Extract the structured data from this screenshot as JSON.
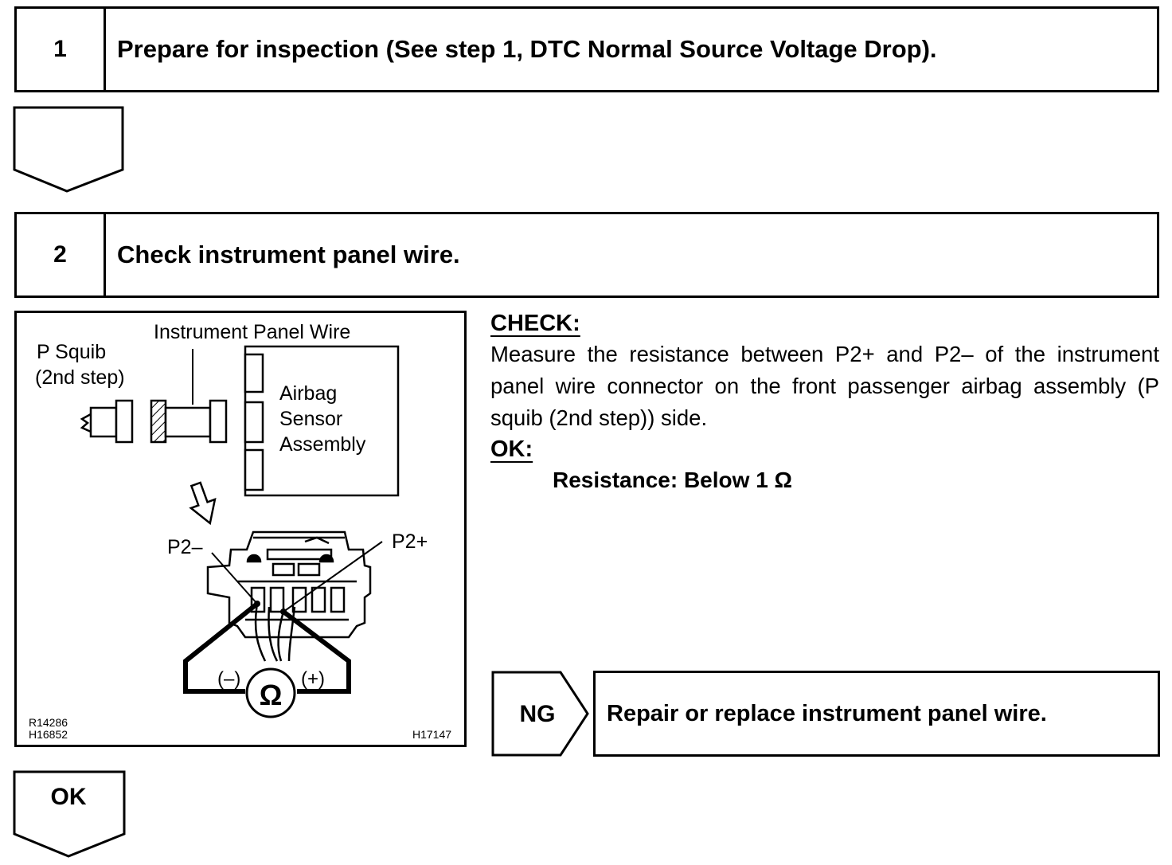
{
  "step1": {
    "number": "1",
    "title": "Prepare for inspection (See step 1, DTC Normal Source Voltage Drop)."
  },
  "step2": {
    "number": "2",
    "title": "Check instrument panel wire."
  },
  "figure": {
    "label_instrument_panel_wire": "Instrument Panel Wire",
    "label_p_squib_line1": "P Squib",
    "label_p_squib_line2": "(2nd step)",
    "label_airbag_line1": "Airbag",
    "label_airbag_line2": "Sensor",
    "label_airbag_line3": "Assembly",
    "label_p2_minus": "P2–",
    "label_p2_plus": "P2+",
    "label_neg": "(–)",
    "label_pos": "(+)",
    "label_ohm": "Ω",
    "code_r": "R14286",
    "code_h1": "H16852",
    "code_h2": "H17147"
  },
  "check": {
    "heading": "CHECK:",
    "paragraph": "Measure the resistance between P2+ and P2– of the instrument panel wire connector on the front passenger airbag assembly (P squib (2nd step)) side.",
    "ok_heading": "OK:",
    "spec": "Resistance: Below 1 Ω"
  },
  "ng": {
    "label": "NG",
    "action": "Repair or replace instrument panel wire."
  },
  "ok": {
    "label": "OK"
  }
}
